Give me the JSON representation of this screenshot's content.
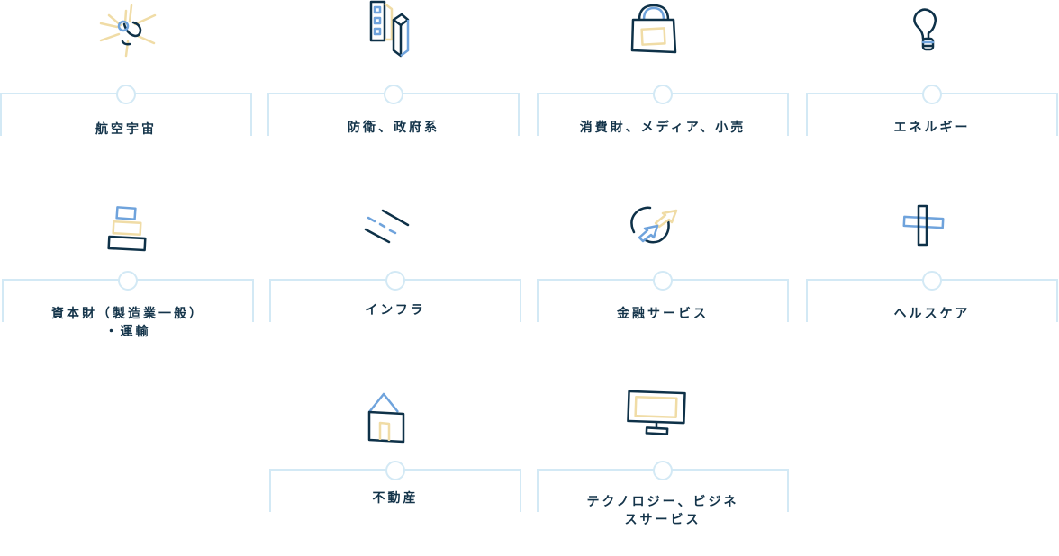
{
  "industries": [
    {
      "label": "航空宇宙",
      "icon": "satellite-icon"
    },
    {
      "label": "防衛、政府系",
      "icon": "government-building-icon"
    },
    {
      "label": "消費財、メディア、小売",
      "icon": "shopping-bag-icon"
    },
    {
      "label": "エネルギー",
      "icon": "lightbulb-icon"
    },
    {
      "label": "資本財（製造業一般）\n・運輸",
      "icon": "stacked-goods-icon"
    },
    {
      "label": "インフラ",
      "icon": "road-lines-icon"
    },
    {
      "label": "金融サービス",
      "icon": "finance-arrows-icon"
    },
    {
      "label": "ヘルスケア",
      "icon": "medical-cross-icon"
    },
    {
      "label": "不動産",
      "icon": "house-icon"
    },
    {
      "label": "テクノロジー、ビジネ\nスサービス",
      "icon": "monitor-icon"
    }
  ],
  "colors": {
    "navy": "#0e3148",
    "blue": "#6fa3dc",
    "gold": "#f0dca6",
    "line": "#d3e9f5",
    "text": "#14344a"
  }
}
